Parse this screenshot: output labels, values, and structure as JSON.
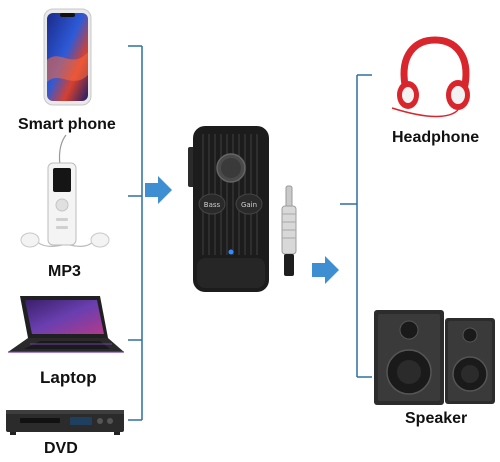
{
  "sources": [
    {
      "label": "Smart phone"
    },
    {
      "label": "MP3"
    },
    {
      "label": "Laptop"
    },
    {
      "label": "DVD"
    }
  ],
  "outputs": [
    {
      "label": "Headphone"
    },
    {
      "label": "Speaker"
    }
  ],
  "device": {
    "bass_label": "Bass",
    "gain_label": "Gain"
  },
  "colors": {
    "connector_line": "#2f6f9f",
    "arrow": "#3d8fd1",
    "device_body": "#1c1c1c",
    "headphone": "#d8262c",
    "led": "#2f8dff"
  }
}
